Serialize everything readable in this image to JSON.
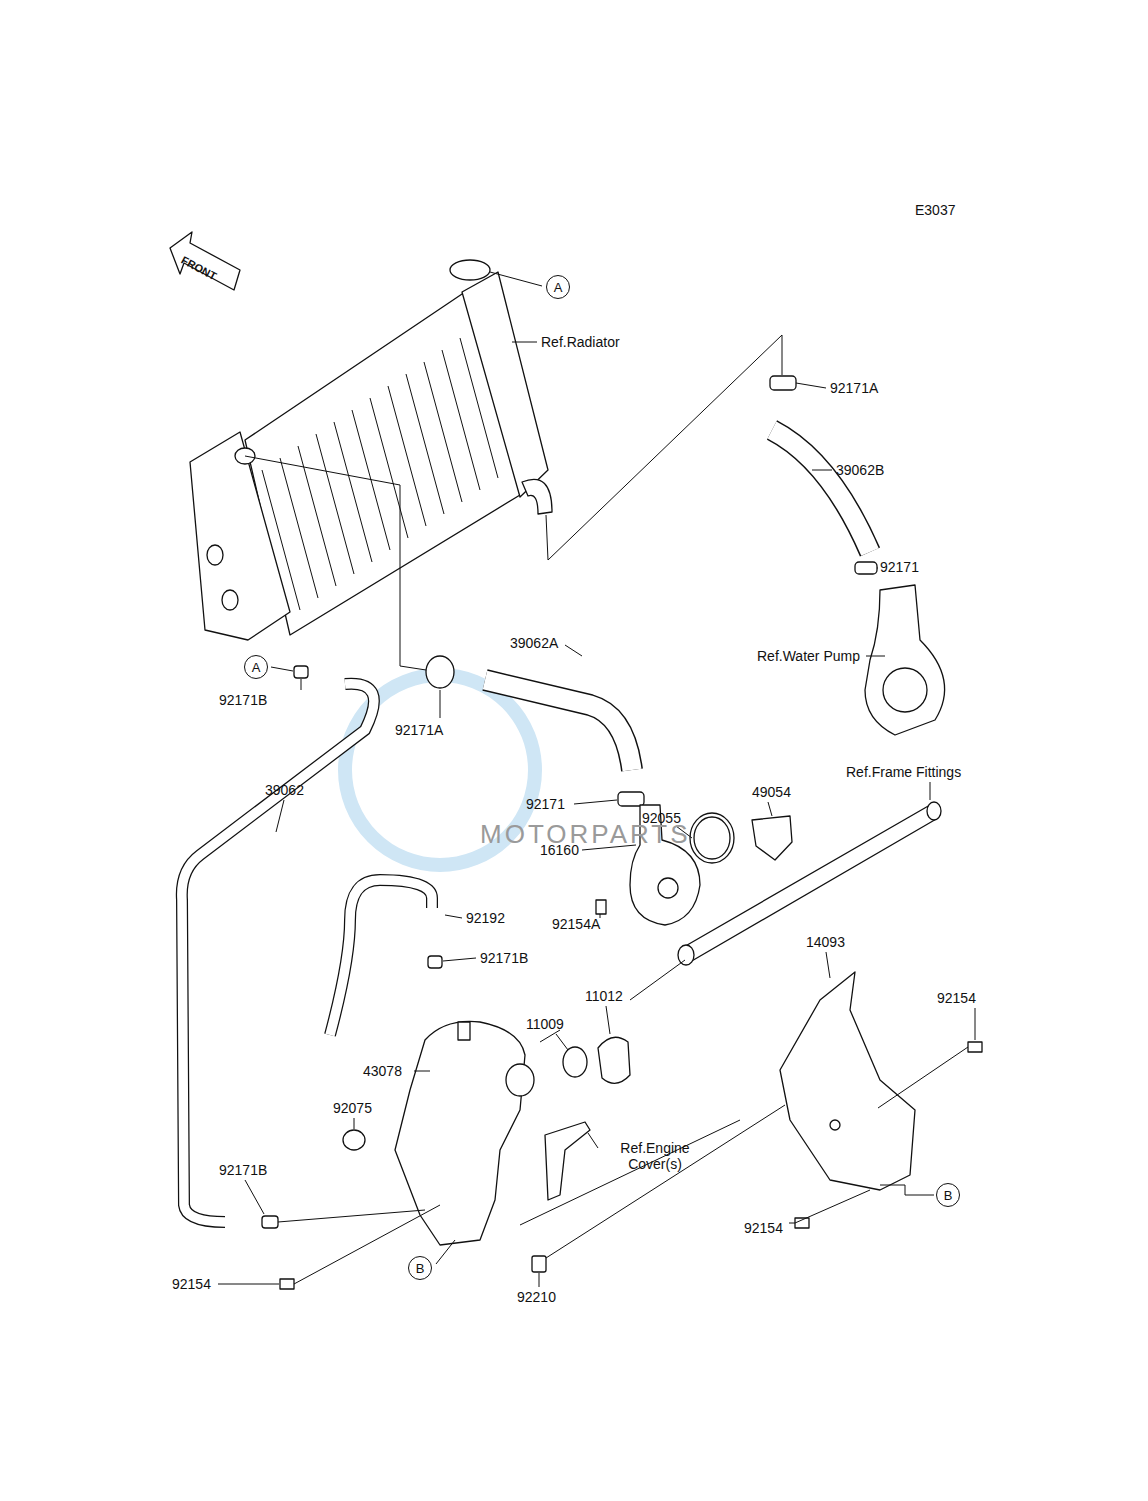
{
  "diagram": {
    "nodes": [
      {
        "text": [
          "A"
        ]
      },
      {
        "text": [
          "A"
        ]
      },
      {
        "text": [
          "B"
        ]
      },
      {
        "text": [
          "B"
        ]
      }
    ],
    "labels": [
      "E3037",
      "FRONT",
      "Ref.Radiator",
      "92171A",
      "39062B",
      "92171",
      "Ref.Water Pump",
      "39062A",
      "92171B",
      "92171A",
      "39062",
      "92171",
      "49054",
      "Ref.Frame Fittings",
      "92055",
      "16160",
      "92154A",
      "92192",
      "92171B",
      "14093",
      "92154",
      "11012",
      "11009",
      "43078",
      "92075",
      "Ref.Engine Cover(s)",
      "92171B",
      "92154",
      "92154",
      "92210",
      "MOTORPARTS"
    ]
  }
}
